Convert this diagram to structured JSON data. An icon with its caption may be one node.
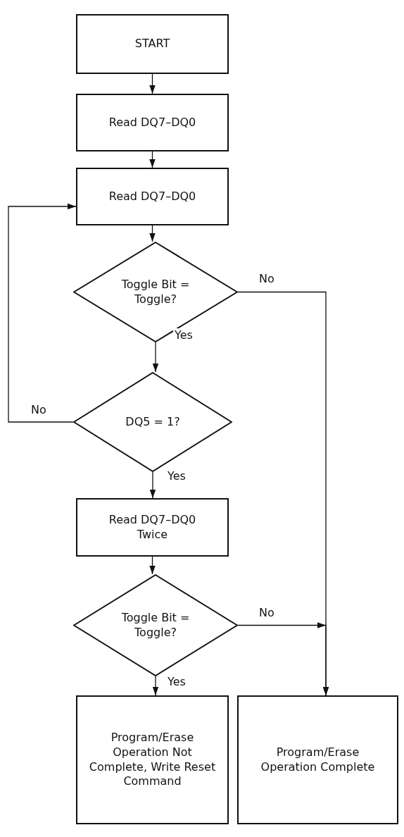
{
  "diagram": {
    "nodes": [
      {
        "text": [
          "START"
        ]
      },
      {
        "text": [
          "Read DQ7–DQ0"
        ]
      },
      {
        "text": [
          "Read DQ7–DQ0"
        ]
      },
      {
        "text": [
          "Toggle Bit = Toggle?"
        ]
      },
      {
        "text": [
          "DQ5 = 1?"
        ]
      },
      {
        "text": [
          "Read DQ7–DQ0 Twice"
        ]
      },
      {
        "text": [
          "Toggle Bit = Toggle?"
        ]
      },
      {
        "text": [
          "Program/Erase Operation Not Complete, Write Reset Command"
        ]
      },
      {
        "text": [
          "Program/Erase Operation Complete"
        ]
      }
    ],
    "edges": [
      {
        "from": 0,
        "to": 1,
        "arrow": "to"
      },
      {
        "from": 1,
        "to": 2,
        "arrow": "to"
      },
      {
        "from": 2,
        "to": 3,
        "arrow": "to"
      },
      {
        "from": 3,
        "to": 4,
        "arrow": "to",
        "label": "Yes"
      },
      {
        "from": 4,
        "to": 2,
        "arrow": "to",
        "label": "No"
      },
      {
        "from": 4,
        "to": 5,
        "arrow": "to",
        "label": "Yes"
      },
      {
        "from": 5,
        "to": 6,
        "arrow": "to"
      },
      {
        "from": 6,
        "to": 7,
        "arrow": "to",
        "label": "Yes"
      },
      {
        "from": 3,
        "to": 8,
        "arrow": "to",
        "label": "No"
      },
      {
        "from": 6,
        "to": 8,
        "arrow": "to",
        "label": "No"
      }
    ]
  }
}
